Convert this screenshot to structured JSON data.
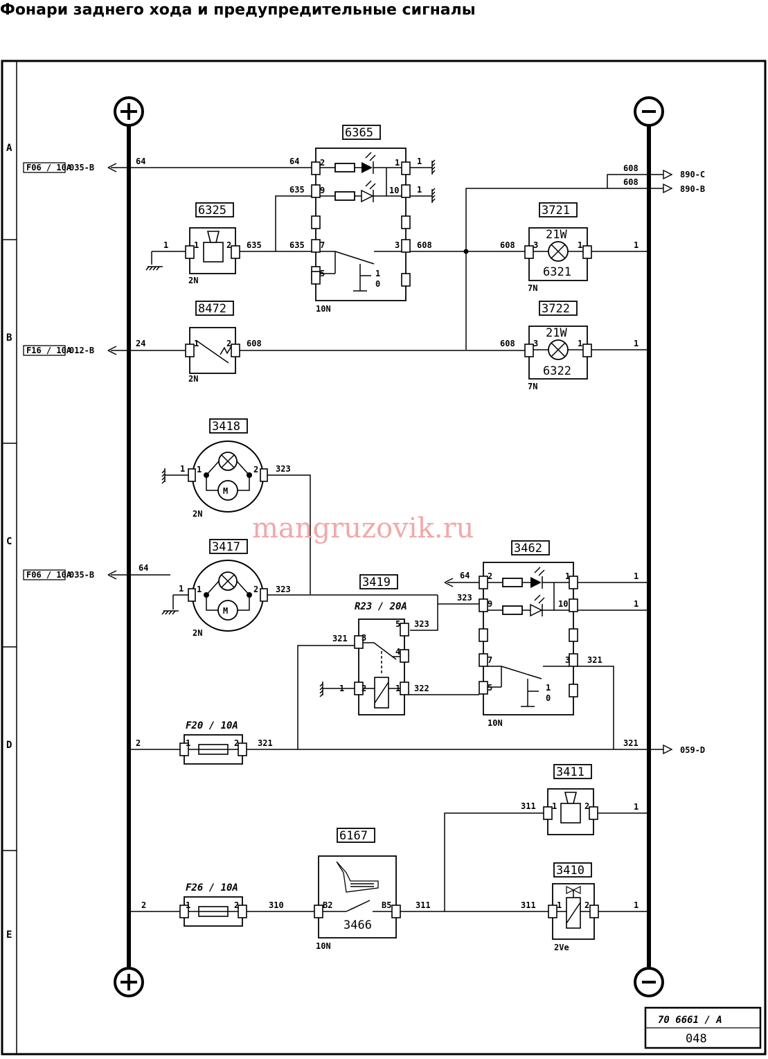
{
  "title": "Фонари заднего хода и предупредительные сигналы",
  "watermark": "mangruzovik.ru",
  "rows": [
    "A",
    "B",
    "C",
    "D",
    "E"
  ],
  "buses": {
    "plus": "+",
    "minus": "−"
  },
  "components": {
    "c6365": "6365",
    "c6325": "6325",
    "c8472": "8472",
    "c3721": "3721",
    "c3722": "3722",
    "c6321": "6321",
    "c6322": "6322",
    "c3418": "3418",
    "c3417": "3417",
    "c3419": "3419",
    "c3462": "3462",
    "c3411": "3411",
    "c3410": "3410",
    "c6167": "6167",
    "c3466": "3466"
  },
  "fuses": {
    "f06a": "F06 / 10A",
    "f16": "F16 / 10A",
    "f06b": "F06 / 10A",
    "f20": "F20 / 10A",
    "f26": "F26 / 10A",
    "r23": "R23 / 20A"
  },
  "refs": {
    "r035a": "035-B",
    "r012": "012-B",
    "r035b": "035-B",
    "r890c": "890-C",
    "r890b": "890-B",
    "r059": "059-D"
  },
  "wires": {
    "w64a": "64",
    "w64b": "64",
    "w635a": "635",
    "w635b": "635",
    "w635c": "635",
    "w608a": "608",
    "w608b": "608",
    "w608c": "608",
    "w608d": "608",
    "w608e": "608",
    "w608f": "608",
    "w24": "24",
    "w323a": "323",
    "w323b": "323",
    "w323c": "323",
    "w323d": "323",
    "w64c": "64",
    "w64d": "64",
    "w321a": "321",
    "w321b": "321",
    "w321c": "321",
    "w321d": "321",
    "w322": "322",
    "w2a": "2",
    "w2b": "2",
    "w310": "310",
    "w311a": "311",
    "w311b": "311",
    "w311c": "311"
  },
  "pins": {
    "p1": "1",
    "p2": "2",
    "p3": "3",
    "p4": "4",
    "p5": "5",
    "p7": "7",
    "p9": "9",
    "p10": "10",
    "p0": "0",
    "pB2": "B2",
    "pB5": "B5"
  },
  "connectors": {
    "n2": "2N",
    "n7": "7N",
    "n10": "10N",
    "n2ve": "2Ve"
  },
  "bulb": "21W",
  "stamp": {
    "code": "70 6661 / A",
    "number": "048"
  }
}
